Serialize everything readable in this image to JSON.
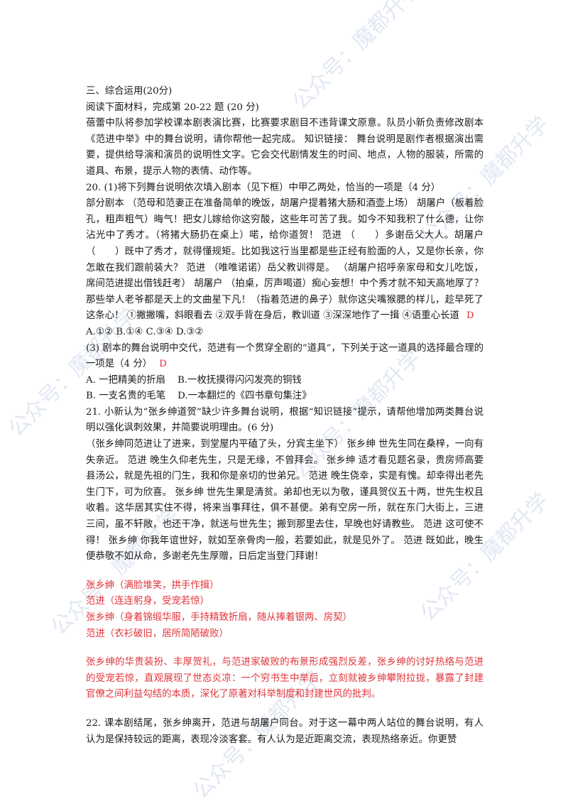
{
  "watermark": "公众号：魔都升学",
  "section_title": "三、综合运用(20分)",
  "intro_1": "阅读下面材料，完成第 20-22 题 (20 分)",
  "intro_2": "蓓蕾中队将参加学校课本剧表演比赛，比赛要求剧目不违背课文原意。队员小新负责修改剧本《范进中举》中的舞台说明，请你帮他一起完成。 知识链接： 舞台说明是剧作者根据演出需要，提供给导演和演员的说明性文字。它会交代剧情发生的时间、地点，人物的服装，所需的道具、布景，提示人物的表情、动作等。",
  "q20": {
    "stem": "20. (1)将下列舞台说明依次填入剧本（见下框）中甲乙两处，恰当的一项是（4 分）",
    "script": "部分剧本 （范母和范妻正在准备简单的晚饭，胡屠户提着猪大肠和酒壶上场） 胡屠户（板着脸孔，粗声粗气）晦气！把女儿嫁给你这穷酸，这些年可苦了我。如今不知我积了什么德，让你沾光中了秀才。（将猪大肠扔在桌上）喏，给你道贺！ 范进 （　　）多谢岳父大人。胡屠户 （　　）既中了秀才，就得懂规矩。比如我这行当里都是些正经有脸面的人，又是你长亲，你怎敢在我们跟前装大？ 范进 （唯唯诺诺）岳父教训得是。 （胡屠户招呼亲家母和女儿吃饭，席间范进提出借钱赶考） 胡屠户 （拍桌，厉声喝道）痴心妄想！中个秀才就不知天高地厚了？那些举人老爷都是天上的文曲星下凡！（指着范进的鼻子）就你这尖嘴猴腮的样儿，趁早死了这条心！ ①撇撇嘴，斜眼看去 ②双手背在身后，教训道 ③深深地作了一揖 ④语重心长道",
    "answer": "D",
    "options": "A.①②  B.①④  C.③④  D.③②"
  },
  "q20_3": {
    "stem": "(3) 剧本的舞台说明中交代，范进有一个贯穿全剧的“道具”，下列关于这一道具的选择最合理的一项是（4 分）",
    "answer": "D",
    "opt_a": "A.  一把精美的折扇",
    "opt_b": "B.一枚抚摸得闪闪发亮的铜钱",
    "opt_c": "B.  一支名贵的毛笔",
    "opt_d": "D.一本翻烂的《四书章句集注》"
  },
  "q21": {
    "stem": "21. 小新认为“张乡绅道贺”缺少许多舞台说明，根据“知识链接”提示，请帮他增加两类舞台说明以强化讽刺效果，并简要说明理由。(6 分)",
    "script": "（张乡绅同范进让了进来，到堂屋内平磕了头，分宾主坐下） 张乡绅 世先生同在桑梓，一向有失亲近。 范进  晚生久仰老先生，只是无缘，不曾拜会。 张乡绅 适才看见题名录，贵房师高要县汤公，就是先祖的门生，我和你是亲切的世弟兄。 范进  晚生侥幸，实是有愧。却幸得出老先生门下，可为欣喜。 张乡绅 世先生果是清贫。弟却也无以为敬，谨具贺仪五十两，世先生权且收着。这华居其实住不得，将来当事拜往，俱不甚便。弟有空房一所，就在东门大街上，三进三间，虽不轩敞，也还干净，就送与世先生；搬到那里去住，早晚也好请教些。 范进  这可使不得！ 张乡绅 你我年谊世好，就如至亲骨肉一般，若要如此，就是见外了。 范进  既如此，晚生便恭敬不如从命，多谢老先生厚赠，日后定当登门拜谢！",
    "answers": [
      "张乡绅（满脸堆笑，拱手作揖）",
      "范进（连连躬身，受宠若惊）",
      "张乡绅（身着锦缎华服，手持精致折扇，随从捧着银两、房契）",
      "范进（衣衫破旧，居所简陋破败）"
    ],
    "reason": "张乡绅的华贵装扮、丰厚贺礼，与范进家破败的布景形成强烈反差，张乡绅的讨好热络与范进的受宠若惊，直观展现了世态炎凉：一个穷书生中举后，立刻就被乡绅攀附拉拢，暴露了封建官僚之间利益勾结的本质，深化了原著对科举制度和封建世风的批判。"
  },
  "q22": {
    "stem": "22. 课本剧结尾，张乡绅离开，范进与胡屠户同台。对于这一幕中两人站位的舞台说明，有人认为是保持较远的距离，表现冷淡客套。有人认为是近距离交流，表现热络亲近。你更赞"
  }
}
